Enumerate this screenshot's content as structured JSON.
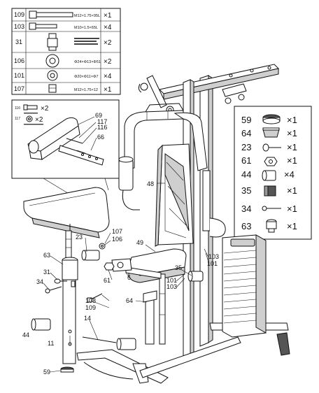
{
  "hardware_table": [
    {
      "id": "109",
      "spec": "M12×1.75×95L",
      "qty": "×1"
    },
    {
      "id": "103",
      "spec": "M10×1.5×65L",
      "qty": "×4"
    },
    {
      "id": "31",
      "spec": "",
      "qty": "×2"
    },
    {
      "id": "106",
      "spec": "Φ24×Φ13×Φ51",
      "qty": "×2"
    },
    {
      "id": "101",
      "spec": "Φ20×Φ11×Φ7",
      "qty": "×4"
    },
    {
      "id": "107",
      "spec": "M12×1.75×12",
      "qty": "×1"
    }
  ],
  "inset": {
    "hw1_id": "116",
    "hw1_qty": "×2",
    "hw2_id": "117",
    "hw2_qty": "×2",
    "callouts": [
      "69",
      "117",
      "116",
      "66"
    ]
  },
  "parts_legend": [
    {
      "id": "59",
      "qty": "×1"
    },
    {
      "id": "64",
      "qty": "×1"
    },
    {
      "id": "23",
      "qty": "×1"
    },
    {
      "id": "61",
      "qty": "×1"
    },
    {
      "id": "44",
      "qty": "×4"
    },
    {
      "id": "35",
      "qty": "×1"
    },
    {
      "id": "34",
      "qty": "×1"
    },
    {
      "id": "63",
      "qty": "×1"
    }
  ],
  "callouts": {
    "c48": "48",
    "c49": "49",
    "c107": "107",
    "c106": "106",
    "c23": "23",
    "c63": "63",
    "c31": "31",
    "c34": "34",
    "c61": "61",
    "c108": "108",
    "c109": "109",
    "c14": "14",
    "c44": "44",
    "c11": "11",
    "c59": "59",
    "c64": "64",
    "c6": "6",
    "c35": "35",
    "c101a": "101",
    "c103a": "103",
    "c103b": "103",
    "c101b": "101"
  }
}
